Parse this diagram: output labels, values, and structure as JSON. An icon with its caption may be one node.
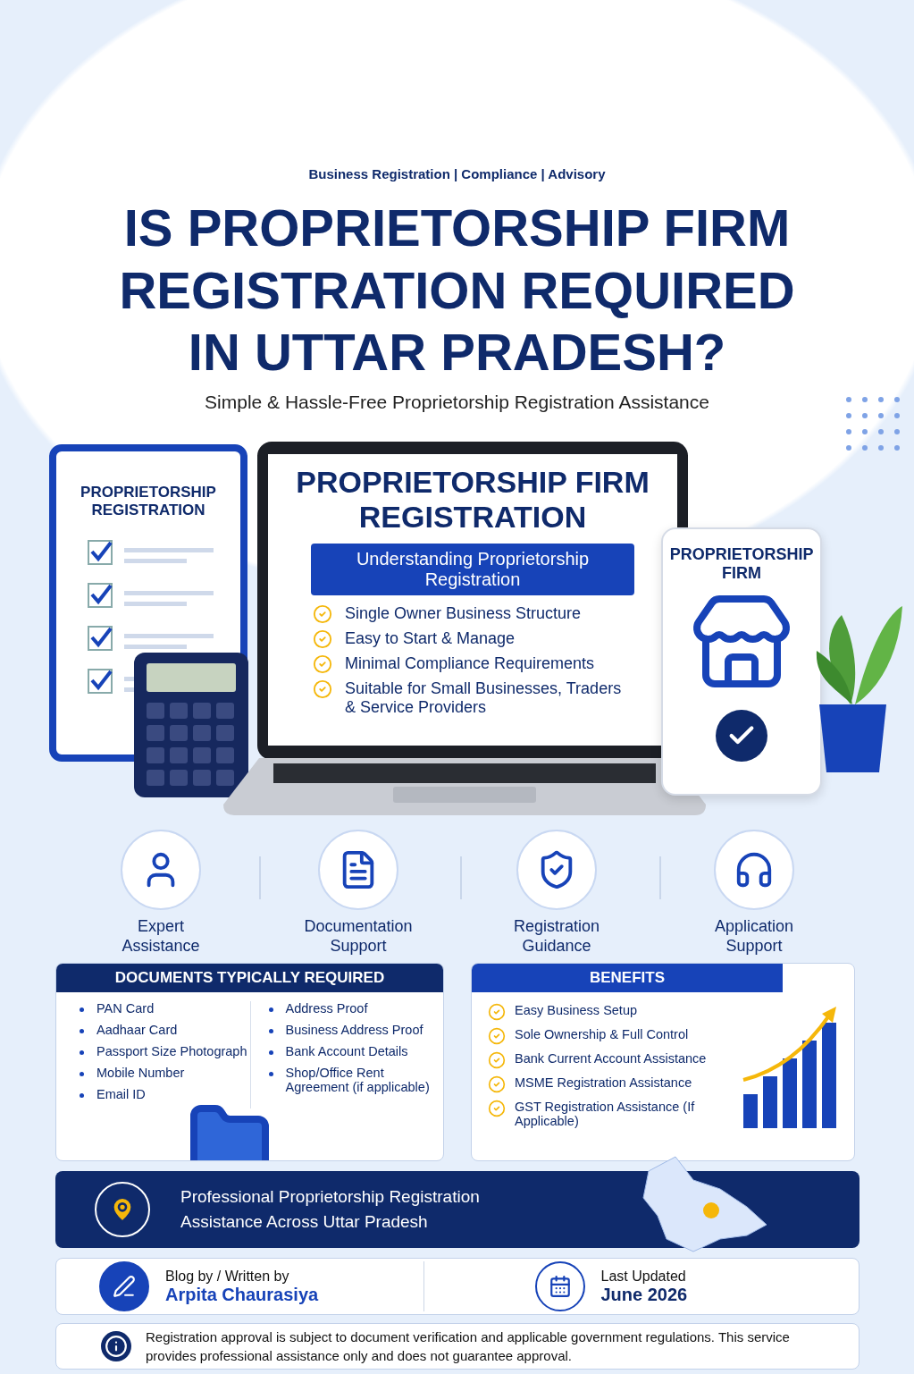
{
  "diagram": {
    "title": "IS PROPRIETORSHIP FIRM REGISTRATION REQUIRED IN UTTAR PRADESH?",
    "nodes": [
      {
        "text": [
          "PROPRIETORSHIP REGISTRATION"
        ]
      },
      {
        "text": [
          "PROPRIETORSHIP FIRM REGISTRATION",
          "Single Owner Business Structure",
          "Easy to Start & Manage",
          "Minimal Compliance Requirements",
          "Suitable for Small Businesses, Traders & Service Providers"
        ]
      },
      {
        "text": [
          "Understanding Proprietorship Registration"
        ],
        "in": 1
      },
      {
        "text": [
          "PROPRIETORSHIP FIRM"
        ]
      },
      {
        "text": [
          "Expert Assistance"
        ]
      },
      {
        "text": [
          "Documentation Support"
        ]
      },
      {
        "text": [
          "Registration Guidance"
        ]
      },
      {
        "text": [
          "Application Support"
        ]
      },
      {
        "text": [
          "DOCUMENTS TYPICALLY REQUIRED",
          "PAN Card",
          "Aadhaar Card",
          "Passport Size Photograph",
          "Mobile Number",
          "Email ID",
          "Address Proof",
          "Business Address Proof",
          "Bank Account Details",
          "Shop/Office Rent Agreement (if applicable)"
        ]
      },
      {
        "text": [
          "BENEFITS",
          "Easy Business Setup",
          "Sole Ownership & Full Control",
          "Bank Current Account Assistance",
          "MSME Registration Assistance",
          "GST Registration Assistance (If Applicable)"
        ]
      },
      {
        "text": [
          "Professional Proprietorship Registration Assistance Across Uttar Pradesh"
        ]
      },
      {
        "text": [
          "Blog by / Written by",
          "Arpita Chaurasiya",
          "Last Updated",
          "June 2026"
        ]
      },
      {
        "text": [
          "Registration approval is subject to document verification and applicable government regulations. This service provides professional assistance only and does not guarantee approval."
        ]
      }
    ],
    "labels": [
      "Business Registration | Compliance | Advisory",
      "Simple & Hassle-Free Proprietorship Registration Assistance"
    ]
  }
}
